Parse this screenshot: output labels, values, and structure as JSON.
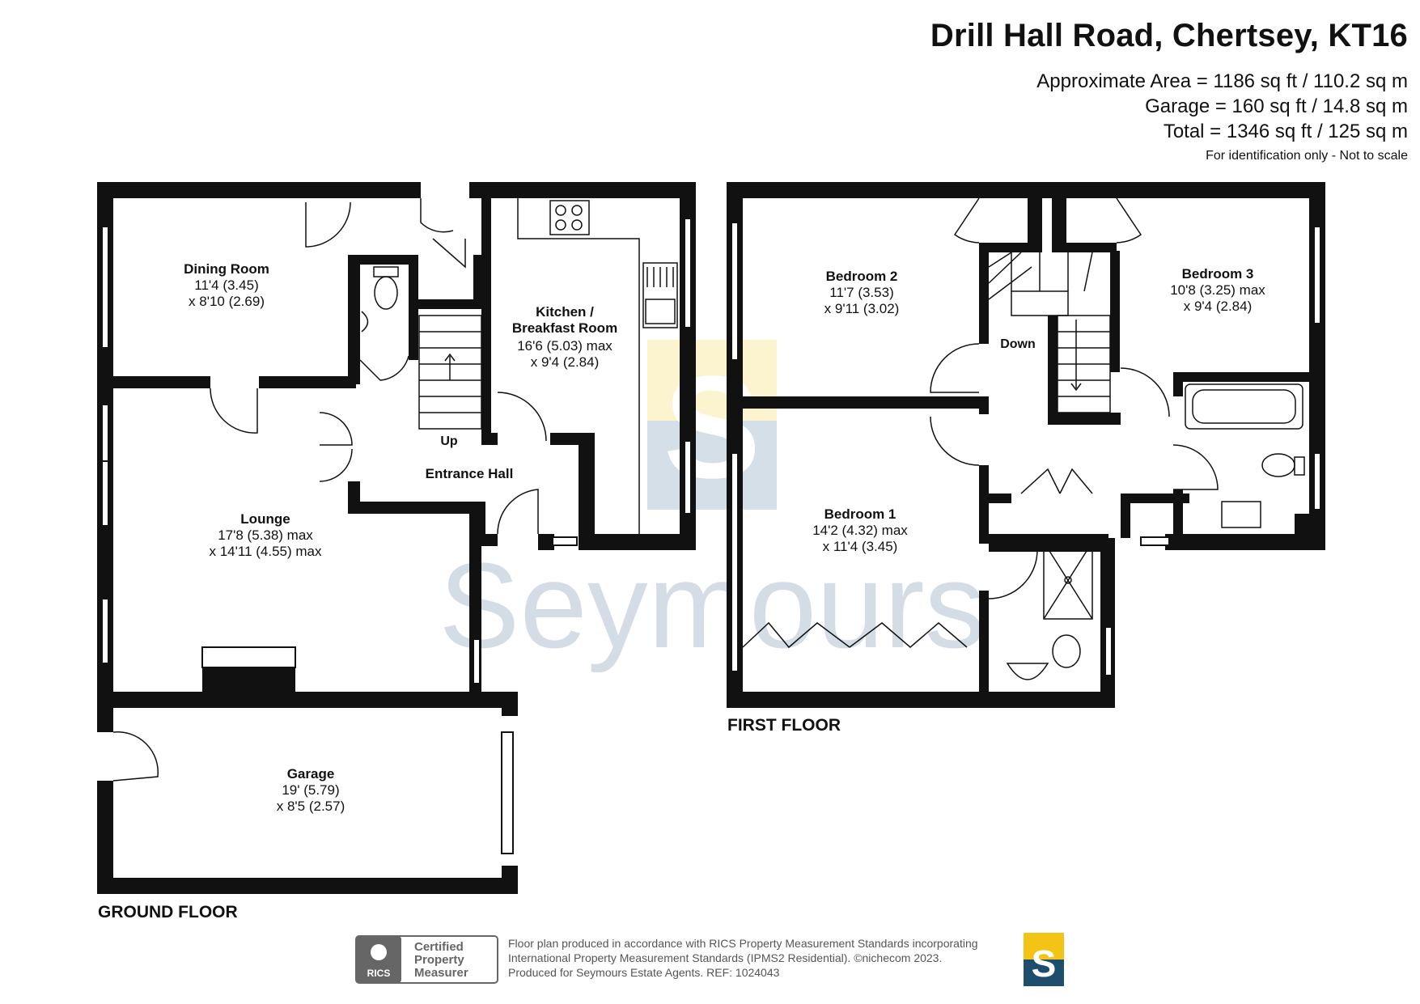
{
  "header": {
    "title": "Drill Hall Road, Chertsey, KT16",
    "area_lines": [
      "Approximate Area = 1186 sq ft / 110.2 sq m",
      "Garage = 160 sq ft / 14.8 sq m",
      "Total = 1346 sq ft / 125 sq m"
    ],
    "note": "For identification only - Not to scale"
  },
  "watermark": "Seymours",
  "floors": {
    "ground": "GROUND FLOOR",
    "first": "FIRST FLOOR"
  },
  "rooms": {
    "dining": {
      "name": "Dining Room",
      "dim1": "11'4 (3.45)",
      "dim2": "x 8'10 (2.69)"
    },
    "kitchen": {
      "name1": "Kitchen /",
      "name2": "Breakfast Room",
      "dim1": "16'6 (5.03) max",
      "dim2": "x 9'4 (2.84)"
    },
    "hall": {
      "name": "Entrance Hall"
    },
    "lounge": {
      "name": "Lounge",
      "dim1": "17'8 (5.38) max",
      "dim2": "x 14'11 (4.55) max"
    },
    "garage": {
      "name": "Garage",
      "dim1": "19' (5.79)",
      "dim2": "x 8'5 (2.57)"
    },
    "bed2": {
      "name": "Bedroom 2",
      "dim1": "11'7 (3.53)",
      "dim2": "x 9'11 (3.02)"
    },
    "bed3": {
      "name": "Bedroom 3",
      "dim1": "10'8 (3.25) max",
      "dim2": "x 9'4 (2.84)"
    },
    "bed1": {
      "name": "Bedroom 1",
      "dim1": "14'2 (4.32) max",
      "dim2": "x 11'4 (3.45)"
    }
  },
  "stairs": {
    "up": "Up",
    "down": "Down"
  },
  "footer": {
    "badge": {
      "rics": "RICS",
      "line1": "Certified",
      "line2": "Property",
      "line3": "Measurer"
    },
    "text": [
      "Floor plan produced in accordance with RICS Property Measurement Standards incorporating",
      "International Property Measurement Standards (IPMS2 Residential).   ©nichecom 2023.",
      "Produced for Seymours Estate Agents.   REF:  1024043"
    ],
    "logo_letter": "S"
  },
  "colors": {
    "wall": "#111111",
    "watermark": "#c9d6e0",
    "logo_blue": "#1d4e6e",
    "logo_yellow": "#f3c316"
  }
}
